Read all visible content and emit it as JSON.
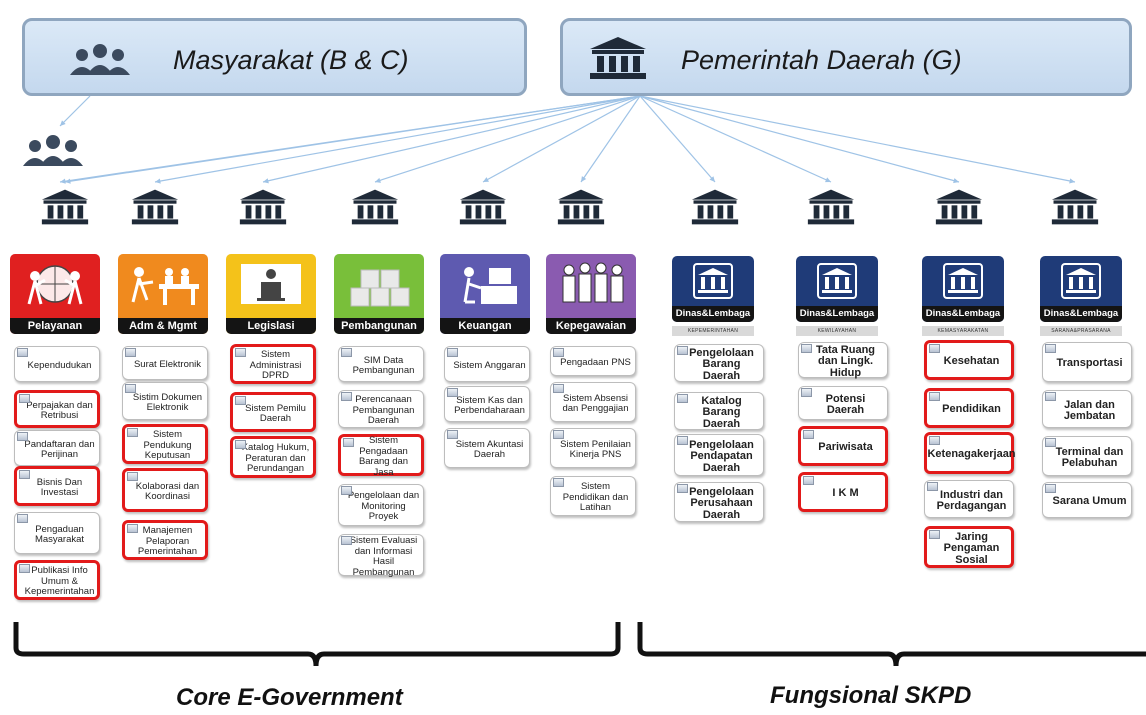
{
  "header": {
    "left_title": "Masyarakat (B & C)",
    "right_title": "Pemerintah Daerah (G)"
  },
  "core_columns": [
    {
      "label": "Pelayanan",
      "color": "#e02020",
      "icon": "people-carrying-globe-icon",
      "items": [
        {
          "text": "Kependudukan",
          "highlight": false
        },
        {
          "text": "Perpajakan dan Retribusi",
          "highlight": true
        },
        {
          "text": "Pandaftaran dan Perijinan",
          "highlight": false
        },
        {
          "text": "Bisnis Dan Investasi",
          "highlight": true
        },
        {
          "text": "Pengaduan Masyarakat",
          "highlight": false
        },
        {
          "text": "Publikasi Info Umum & Kepemerintahan",
          "highlight": true
        }
      ]
    },
    {
      "label": "Adm & Mgmt",
      "color": "#f08a1e",
      "icon": "office-workers-icon",
      "items": [
        {
          "text": "Surat Elektronik",
          "highlight": false
        },
        {
          "text": "Sistim Dokumen Elektronik",
          "highlight": false
        },
        {
          "text": "Sistem Pendukung Keputusan",
          "highlight": true
        },
        {
          "text": "Kolaborasi dan Koordinasi",
          "highlight": true
        },
        {
          "text": "Manajemen Pelaporan Pemerintahan",
          "highlight": true
        }
      ]
    },
    {
      "label": "Legislasi",
      "color": "#f4c21a",
      "icon": "podium-speaker-icon",
      "items": [
        {
          "text": "Sistem Administrasi DPRD",
          "highlight": true
        },
        {
          "text": "Sistem Pemilu Daerah",
          "highlight": true
        },
        {
          "text": "Katalog Hukum, Peraturan dan Perundangan",
          "highlight": true
        }
      ]
    },
    {
      "label": "Pembangunan",
      "color": "#79bf3a",
      "icon": "stacked-blocks-icon",
      "items": [
        {
          "text": "SIM Data Pembangunan",
          "highlight": false
        },
        {
          "text": "Perencanaan Pembangunan Daerah",
          "highlight": false
        },
        {
          "text": "Sistem Pengadaan Barang dan Jasa",
          "highlight": true
        },
        {
          "text": "Pengelolaan dan Monitoring Proyek",
          "highlight": false
        },
        {
          "text": "Sistem Evaluasi dan Informasi Hasil Pembangunan",
          "highlight": false
        }
      ]
    },
    {
      "label": "Keuangan",
      "color": "#5e5ab0",
      "icon": "desk-worker-icon",
      "items": [
        {
          "text": "Sistem Anggaran",
          "highlight": false
        },
        {
          "text": "Sistem Kas dan Perbendaharaan",
          "highlight": false
        },
        {
          "text": "Sistem Akuntasi Daerah",
          "highlight": false
        }
      ]
    },
    {
      "label": "Kepegawaian",
      "color": "#8a5bb0",
      "icon": "staff-group-icon",
      "items": [
        {
          "text": "Pengadaan PNS",
          "highlight": false
        },
        {
          "text": "Sistem Absensi dan Penggajian",
          "highlight": false
        },
        {
          "text": "Sistem Penilaian Kinerja PNS",
          "highlight": false
        },
        {
          "text": "Sistem Pendidikan dan Latihan",
          "highlight": false
        }
      ]
    }
  ],
  "functional_columns": [
    {
      "label": "Dinas&Lembaga",
      "sublabel": "KEPEMERINTAHAN",
      "color": "#1f3b78",
      "items": [
        {
          "text": "Pengelolaan Barang Daerah",
          "highlight": false
        },
        {
          "text": "Katalog Barang Daerah",
          "highlight": false
        },
        {
          "text": "Pengelolaan Pendapatan Daerah",
          "highlight": false
        },
        {
          "text": "Pengelolaan Perusahaan Daerah",
          "highlight": false
        }
      ]
    },
    {
      "label": "Dinas&Lembaga",
      "sublabel": "KEWILAYAHAN",
      "color": "#1f3b78",
      "items": [
        {
          "text": "Tata Ruang dan Lingk. Hidup",
          "highlight": false
        },
        {
          "text": "Potensi Daerah",
          "highlight": false
        },
        {
          "text": "Pariwisata",
          "highlight": true
        },
        {
          "text": "I K M",
          "highlight": true
        }
      ]
    },
    {
      "label": "Dinas&Lembaga",
      "sublabel": "KEMASYARAKATAN",
      "color": "#1f3b78",
      "items": [
        {
          "text": "Kesehatan",
          "highlight": true
        },
        {
          "text": "Pendidikan",
          "highlight": true
        },
        {
          "text": "Ketenagakerjaan",
          "highlight": true
        },
        {
          "text": "Industri dan Perdagangan",
          "highlight": false
        },
        {
          "text": "Jaring Pengaman Sosial",
          "highlight": true
        }
      ]
    },
    {
      "label": "Dinas&Lembaga",
      "sublabel": "SARANA&PRASARANA",
      "color": "#1f3b78",
      "items": [
        {
          "text": "Transportasi",
          "highlight": false
        },
        {
          "text": "Jalan dan Jembatan",
          "highlight": false
        },
        {
          "text": "Terminal dan Pelabuhan",
          "highlight": false
        },
        {
          "text": "Sarana Umum",
          "highlight": false
        }
      ]
    }
  ],
  "footer": {
    "left_title": "Core E-Government",
    "right_title": "Fungsional SKPD"
  },
  "colors": {
    "highlight_border": "#e21a1a",
    "header_fill": "#c4d8ee",
    "connector": "#9fc3e6"
  }
}
